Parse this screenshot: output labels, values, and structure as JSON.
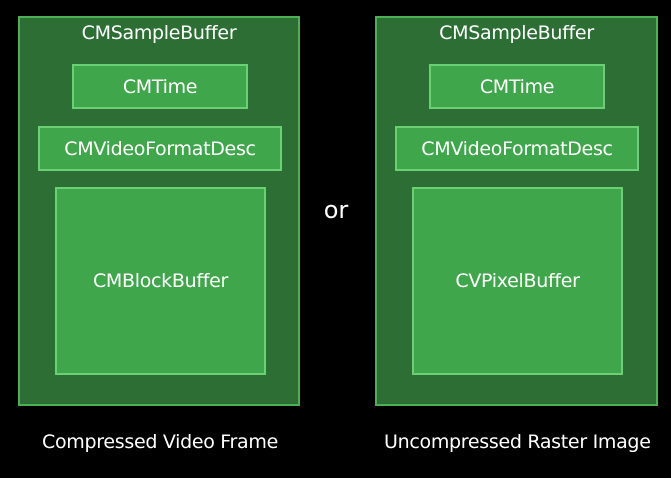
{
  "separator": "or",
  "panels": [
    {
      "title": "CMSampleBuffer",
      "time": "CMTime",
      "format": "CMVideoFormatDesc",
      "buffer": "CMBlockBuffer",
      "caption": "Compressed Video Frame"
    },
    {
      "title": "CMSampleBuffer",
      "time": "CMTime",
      "format": "CMVideoFormatDesc",
      "buffer": "CVPixelBuffer",
      "caption": "Uncompressed Raster Image"
    }
  ],
  "colors": {
    "background": "#000000",
    "panel_fill": "#2d6e35",
    "panel_border": "#4bb056",
    "box_fill": "#3fa64b",
    "box_border": "#6bd074",
    "text": "#ffffff"
  }
}
